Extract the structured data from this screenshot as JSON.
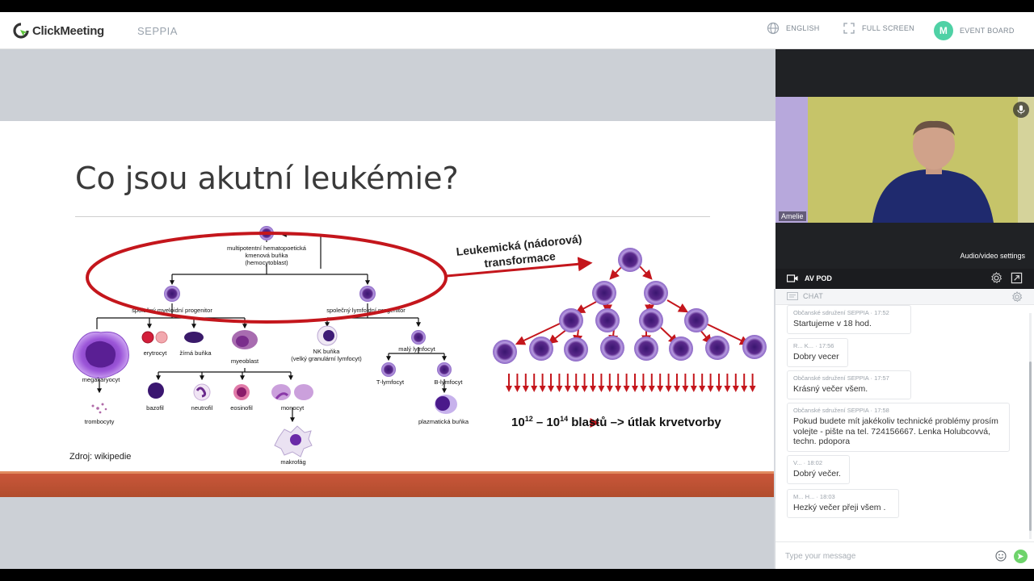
{
  "header": {
    "logo_text": "ClickMeeting",
    "room_name": "SEPPIA",
    "language_label": "ENGLISH",
    "fullscreen_label": "FULL SCREEN",
    "avatar_initial": "M",
    "event_board_label": "EVENT BOARD"
  },
  "slide": {
    "title": "Co jsou akutní leukémie?",
    "source": "Zdroj: wikipedie",
    "transformation_line1": "Leukemická (nádorová)",
    "transformation_line2": "transformace",
    "blast_count_a": "10",
    "blast_exp_a": "12",
    "blast_dash": " – 10",
    "blast_exp_b": "14",
    "blast_tail": " blastů –> útlak krvetvorby",
    "diagram_labels": {
      "stem_cell_1": "multipotentní hematopoetická",
      "stem_cell_2": "kmenová buňka",
      "stem_cell_3": "(hemocytoblast)",
      "myeloid": "společný myeloidní progenitor",
      "lymphoid": "společný lymfoidní progenitor",
      "erythrocyte": "erytrocyt",
      "mast": "žírná buňka",
      "myeloblast": "myeoblast",
      "megakaryocyte": "megakaryocyt",
      "thrombocytes": "trombocyty",
      "basophil": "bazofil",
      "neutrophil": "neutrofil",
      "eosinophil": "eosinofil",
      "monocyte": "monocyt",
      "macrophage": "makrofág",
      "nk_1": "NK buňka",
      "nk_2": "(velký granulární lymfocyt)",
      "small_lymph": "malý lymfocyt",
      "t_lymph": "T-lymfocyt",
      "b_lymph": "B-lymfocyt",
      "plasma": "plazmatická buňka"
    }
  },
  "video": {
    "participant_name": "Amelie",
    "settings_tooltip": "Audio/video settings",
    "av_label": "AV POD"
  },
  "chat": {
    "title": "CHAT",
    "messages": [
      {
        "author": "Občanské sdružení SEPPIA",
        "time": "17:52",
        "text": "Startujeme v 18 hod."
      },
      {
        "author": "R... K...",
        "time": "17:56",
        "text": "Dobry vecer"
      },
      {
        "author": "Občanské sdružení SEPPIA",
        "time": "17:57",
        "text": "Krásný večer všem."
      },
      {
        "author": "Občanské sdružení SEPPIA",
        "time": "17:58",
        "text": "Pokud budete mít jakékoliv technické problémy prosím volejte - pište na tel. 724156667. Lenka Holubcovvá, techn. pdopora"
      },
      {
        "author": "V...",
        "time": "18:02",
        "text": "Dobrý večer."
      },
      {
        "author": "M... H...",
        "time": "18:03",
        "text": "Hezký večer přeji všem ."
      }
    ],
    "input_placeholder": "Type your message"
  },
  "colors": {
    "accent_green": "#4fd1a5",
    "send_green": "#6ed36b",
    "slide_band": "#b14d2d",
    "cell_purple": "#5b2a8c",
    "arrow_red": "#c4161c"
  }
}
